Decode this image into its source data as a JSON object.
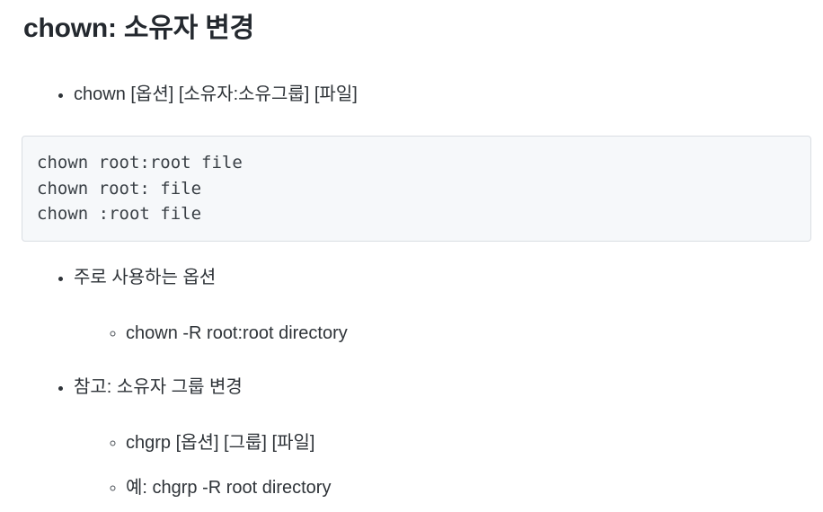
{
  "colors": {
    "page_background": "#ffffff",
    "heading_text": "#24292f",
    "body_text": "#2e3338",
    "code_text": "#3a4046",
    "code_background": "#f6f8fa",
    "code_border": "#dadee3"
  },
  "document": {
    "title": "chown: 소유자 변경",
    "usage_item": "chown [옵션] [소유자:소유그룹] [파일]",
    "code_block": {
      "lines": [
        "chown root:root file",
        "chown root: file",
        "chown :root file"
      ]
    },
    "options_item": "주로 사용하는 옵션",
    "options_sub": [
      "chown -R root:root directory"
    ],
    "note_item": "참고: 소유자 그룹 변경",
    "note_sub": [
      "chgrp [옵션] [그룹] [파일]",
      "예: chgrp -R root directory"
    ]
  }
}
